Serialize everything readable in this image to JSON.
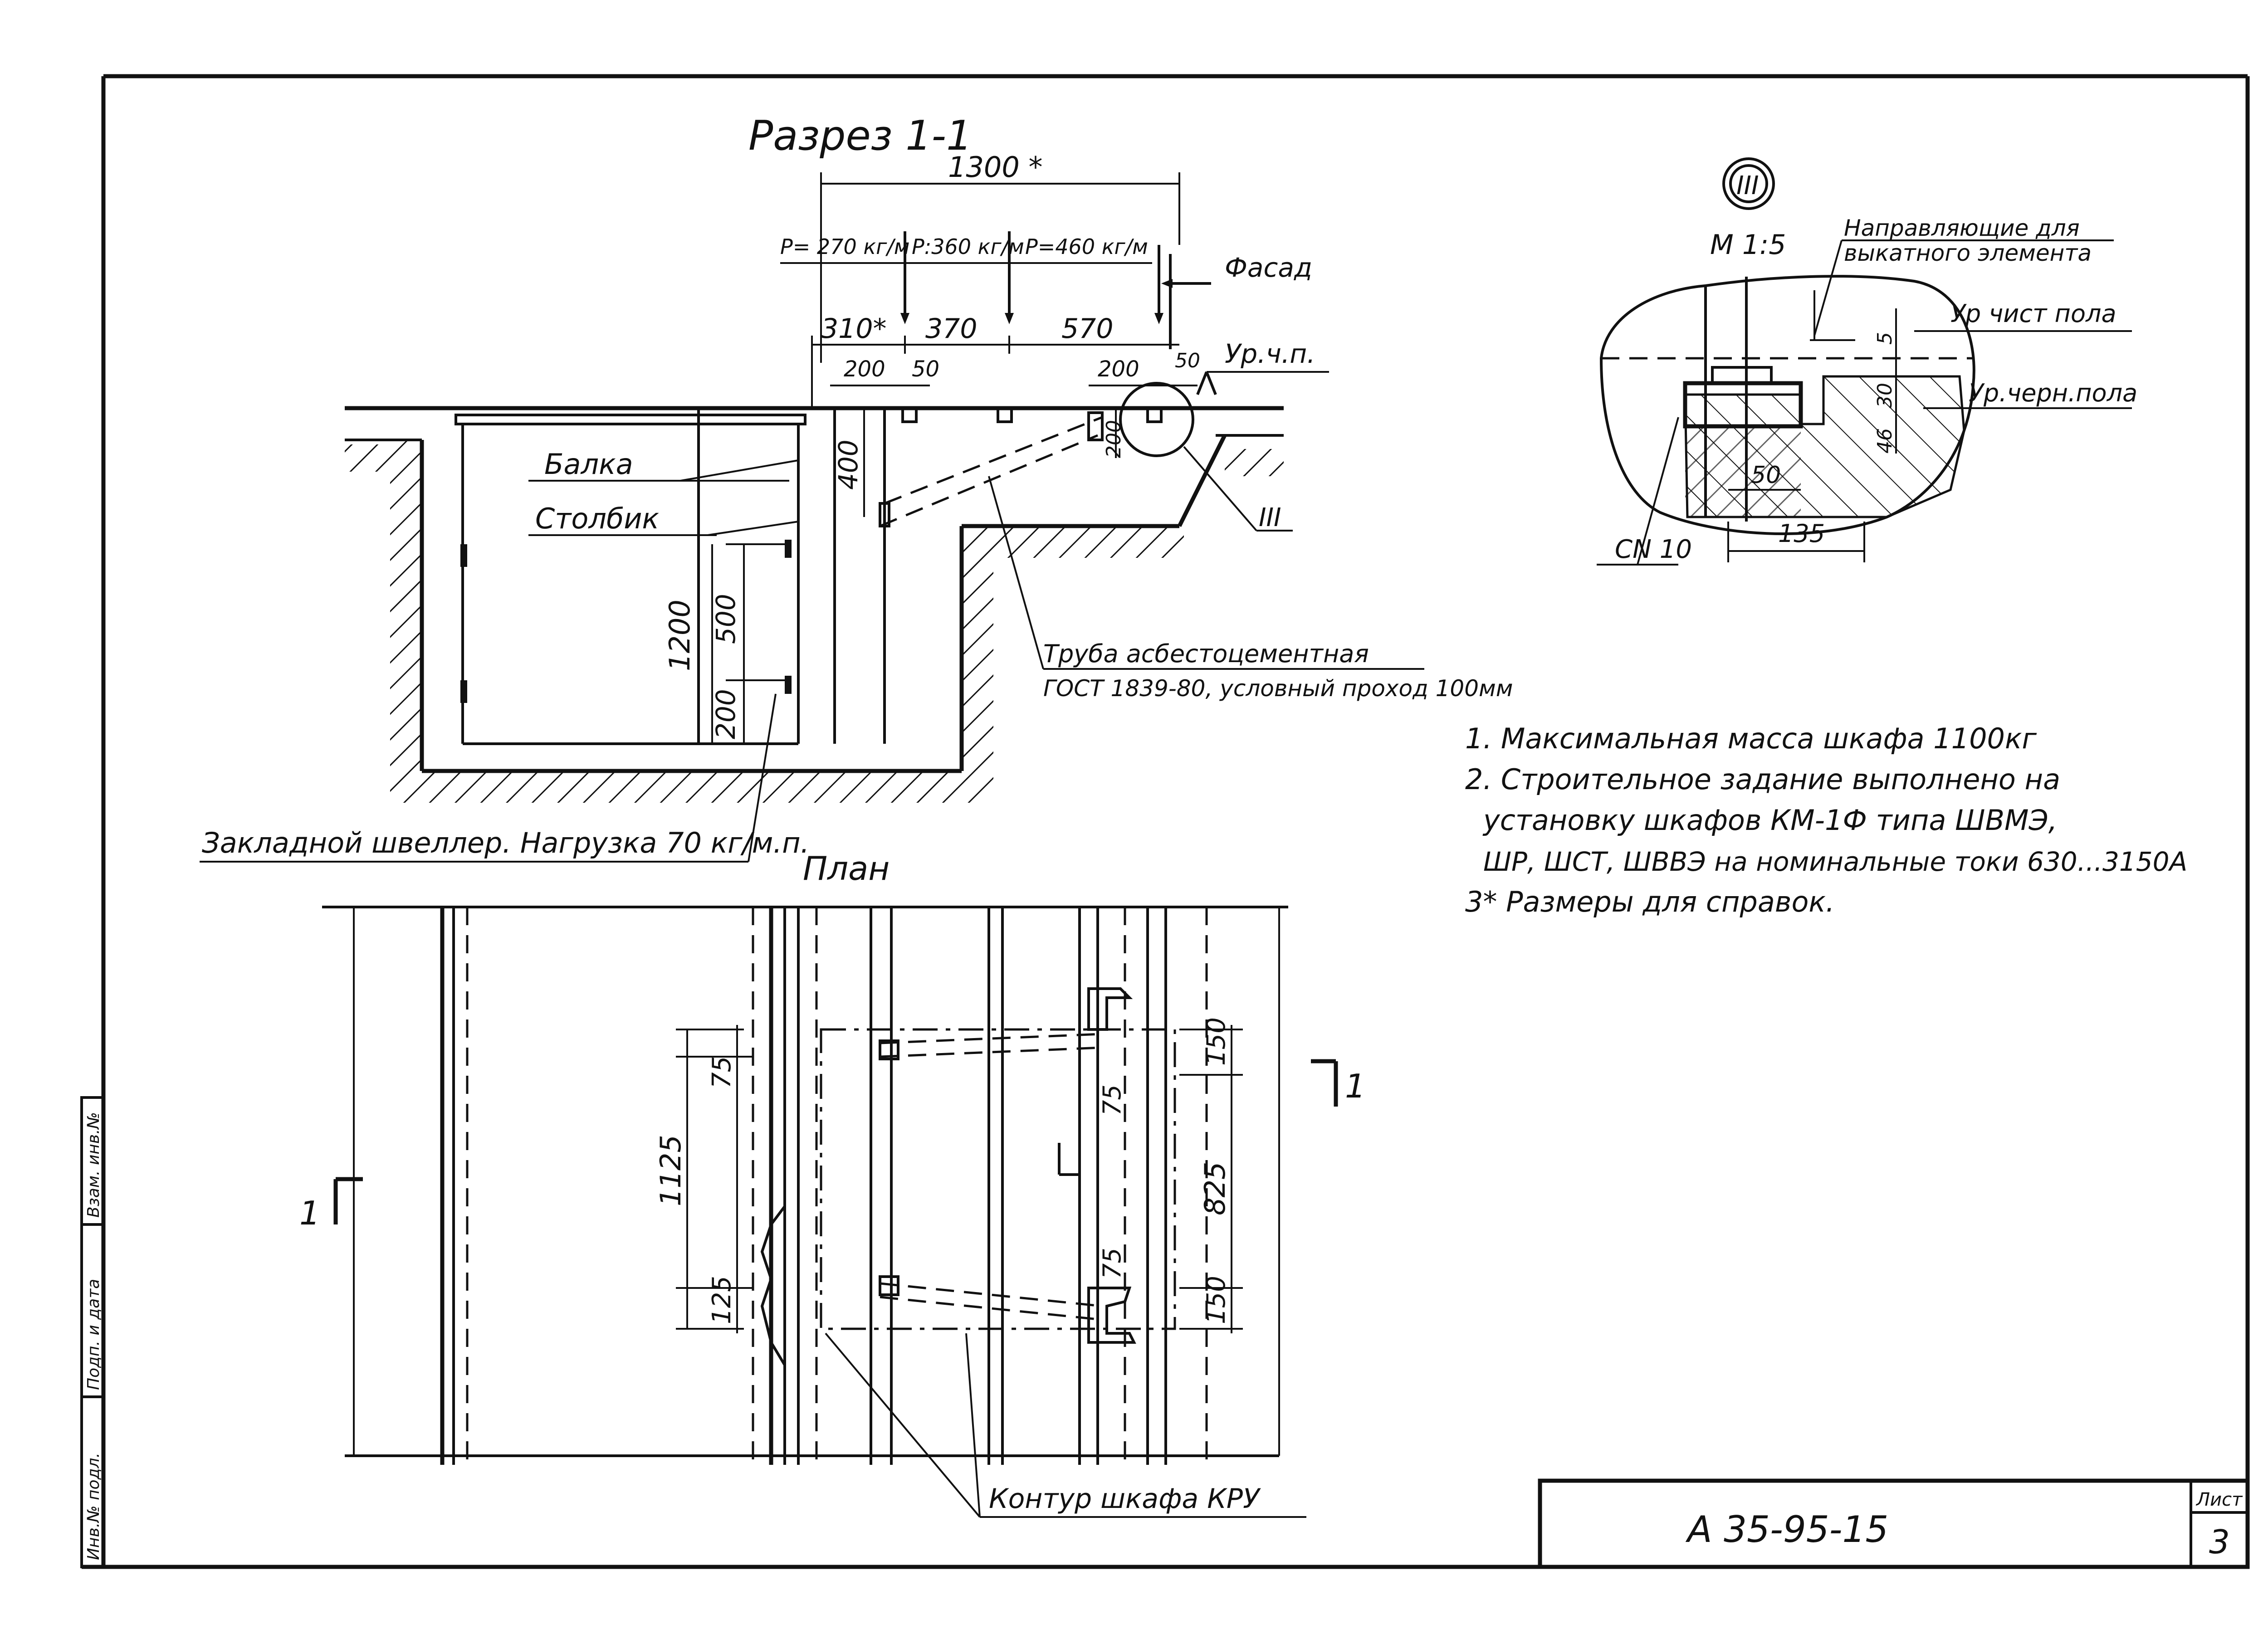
{
  "section": {
    "title": "Разрез 1-1",
    "dim_total": "1300 *",
    "loads": [
      "Р= 270 кг/м",
      "Р:360 кг/м",
      "Р=460 кг/м"
    ],
    "facade": "Фасад",
    "dim_310": "310*",
    "dim_370": "370",
    "dim_570": "570",
    "dim_200a": "200",
    "dim_50a": "50",
    "dim_200b": "200",
    "dim_50b": "50",
    "floor_level": "Ур.ч.п.",
    "dim_400": "400",
    "dim_200c": "200",
    "label_beam": "Балка",
    "label_post": "Столбик",
    "dim_1200": "1200",
    "dim_500": "500",
    "dim_200d": "200",
    "node_ref": "III",
    "pipe_line1": "Труба асбестоцементная",
    "pipe_line2": "ГОСТ 1839-80, условный проход 100мм",
    "channel_note": "Закладной швеллер. Нагрузка 70 кг/м.п."
  },
  "plan": {
    "title": "План",
    "section_marks": [
      "1",
      "1"
    ],
    "dim_75a": "75",
    "dim_1125": "1125",
    "dim_125": "125",
    "dim_75b": "75",
    "dim_75c": "75",
    "dim_150a": "150",
    "dim_825": "825",
    "dim_150b": "150",
    "contour_label": "Контур шкафа КРУ"
  },
  "detail": {
    "node": "III",
    "scale": "М 1:5",
    "guides_line1": "Направляющие для",
    "guides_line2": "выкатного элемента",
    "finish_floor": "Ур чист пола",
    "rough_floor": "Ур.черн.пола",
    "dim_5": "5",
    "dim_30": "30",
    "dim_46": "46",
    "dim_50": "50",
    "dim_135": "135",
    "channel": "СN 10"
  },
  "notes": [
    "1. Максимальная масса шкафа 1100кг",
    "2. Строительное задание выполнено на",
    "установку шкафов КМ-1Ф типа ШВМЭ,",
    "ШР, ШСТ, ШВВЭ на номинальные токи 630...3150А",
    "3* Размеры для справок."
  ],
  "side_stamp": [
    "Инв.№ подл.",
    "Подп. и дата",
    "Взам. инв.№"
  ],
  "title_block": {
    "doc_number": "А 35-95-15",
    "sheet_label": "Лист",
    "sheet_number": "3"
  }
}
